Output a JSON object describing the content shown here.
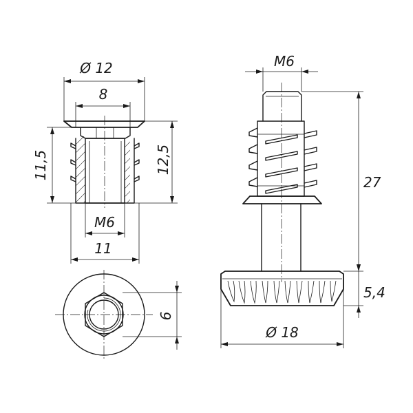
{
  "labels": {
    "insert_outer_diameter": "Ø 12",
    "insert_width_top": "8",
    "insert_height_left": "11,5",
    "insert_height_right": "12,5",
    "insert_thread": "M6",
    "insert_body_width": "11",
    "end_view_size": "6",
    "bolt_thread": "M6",
    "bolt_length": "27",
    "foot_height": "5,4",
    "foot_diameter": "Ø 18"
  }
}
